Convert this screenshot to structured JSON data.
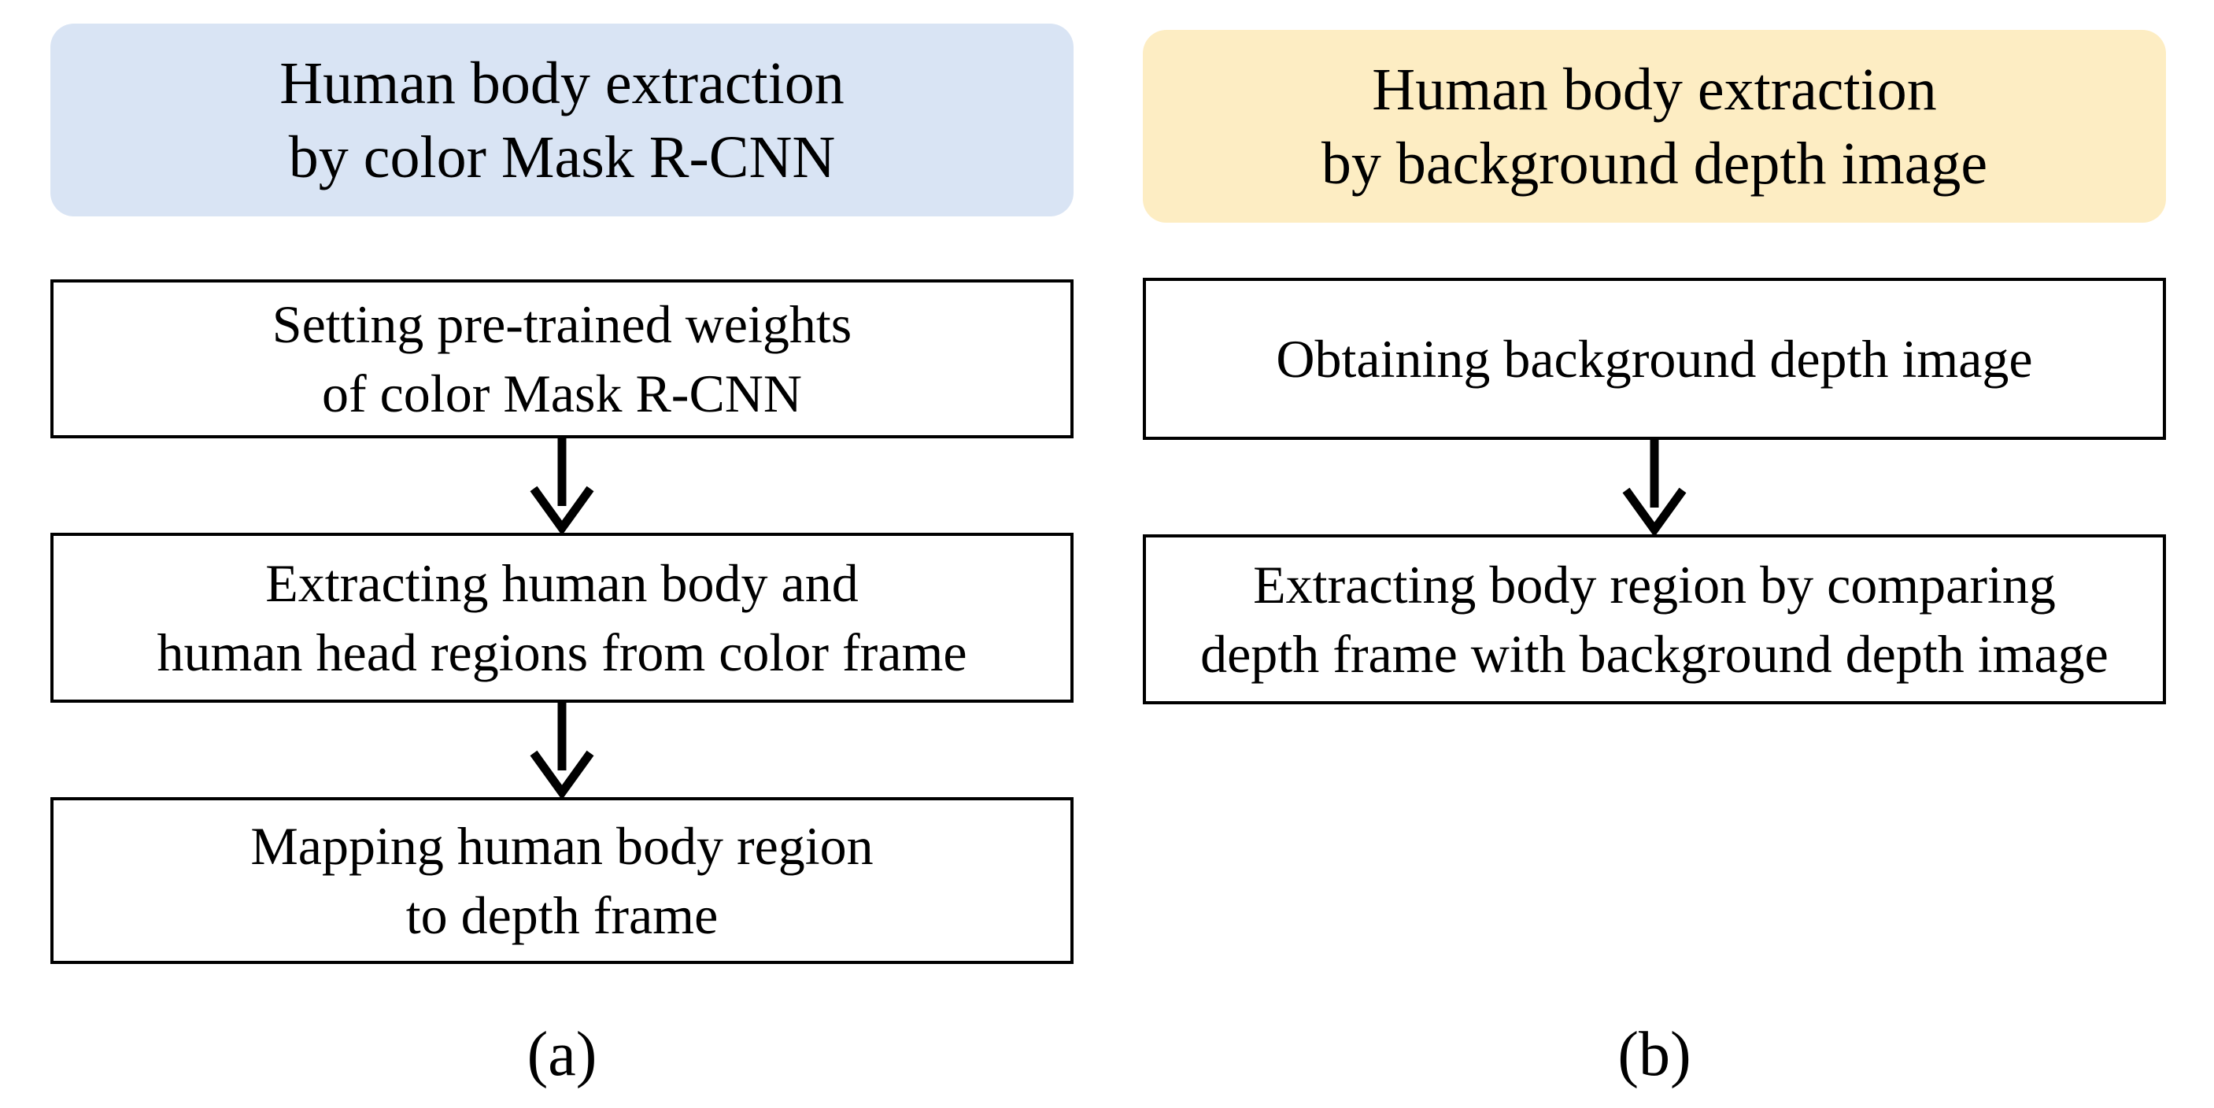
{
  "colors": {
    "panel_a_header_fill": "#d9e4f4",
    "panel_b_header_fill": "#fdedc3",
    "box_border": "#000000",
    "arrow": "#000000"
  },
  "panel_a": {
    "header": "Human body extraction\nby color Mask R-CNN",
    "steps": [
      "Setting pre-trained weights\nof color Mask R-CNN",
      "Extracting human body and\nhuman head regions from color frame",
      "Mapping human body region\nto depth frame"
    ],
    "caption": "(a)"
  },
  "panel_b": {
    "header": "Human body extraction\nby background depth image",
    "steps": [
      "Obtaining background depth image",
      "Extracting body region by comparing\ndepth frame with background depth image"
    ],
    "caption": "(b)"
  }
}
